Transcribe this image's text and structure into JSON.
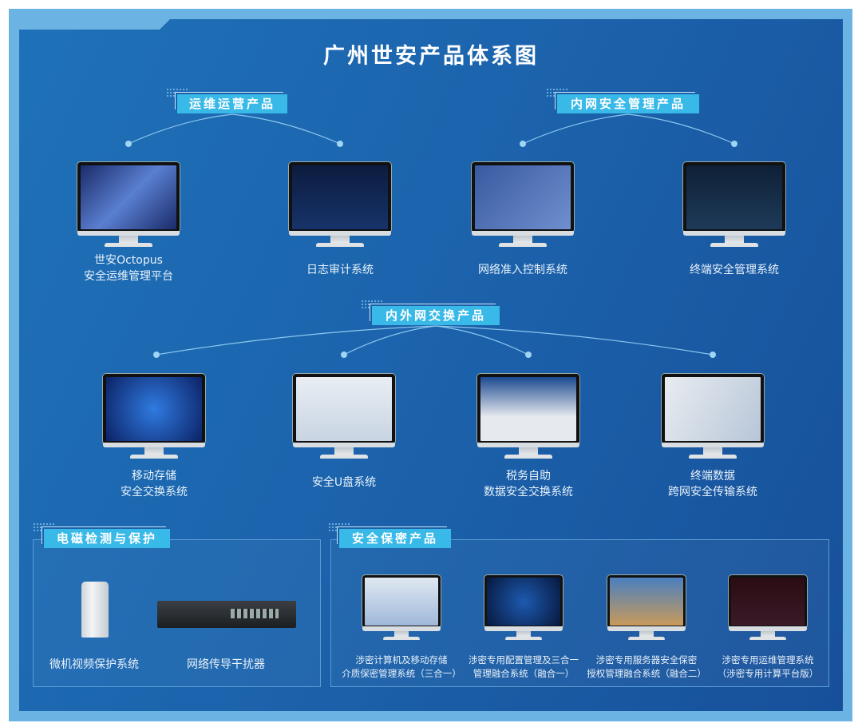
{
  "title": "广州世安产品体系图",
  "colors": {
    "frame": "#6bb3e3",
    "tag": "#38b9e8",
    "panel": "#1c64ad"
  },
  "sections": {
    "ops": "运维运营产品",
    "intranet": "内网安全管理产品",
    "exchange": "内外网交换产品",
    "emc": "电磁检测与保护",
    "secrecy": "安全保密产品"
  },
  "row1": [
    {
      "line1": "世安Octopus",
      "line2": "安全运维管理平台"
    },
    {
      "line1": "日志审计系统"
    },
    {
      "line1": "网络准入控制系统"
    },
    {
      "line1": "终端安全管理系统"
    }
  ],
  "row2": [
    {
      "line1": "移动存储",
      "line2": "安全交换系统"
    },
    {
      "line1": "安全U盘系统"
    },
    {
      "line1": "税务自助",
      "line2": "数据安全交换系统"
    },
    {
      "line1": "终端数据",
      "line2": "跨网安全传输系统"
    }
  ],
  "emc_items": [
    {
      "line1": "微机视频保护系统"
    },
    {
      "line1": "网络传导干扰器"
    }
  ],
  "secrecy_items": [
    {
      "line1": "涉密计算机及移动存储",
      "line2": "介质保密管理系统（三合一）"
    },
    {
      "line1": "涉密专用配置管理及三合一",
      "line2": "管理融合系统（融合一）"
    },
    {
      "line1": "涉密专用服务器安全保密",
      "line2": "授权管理融合系统（融合二）"
    },
    {
      "line1": "涉密专用运维管理系统",
      "line2": "（涉密专用计算平台版）"
    }
  ]
}
